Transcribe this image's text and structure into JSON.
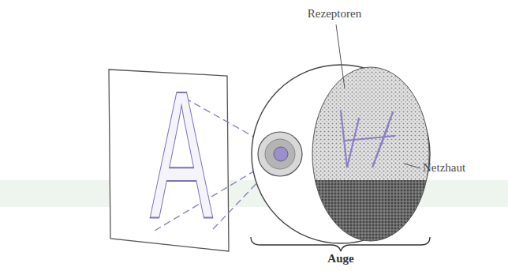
{
  "diagram": {
    "labels": [
      "A",
      "Rezeptoren",
      "Netzhaut",
      "Auge"
    ]
  }
}
